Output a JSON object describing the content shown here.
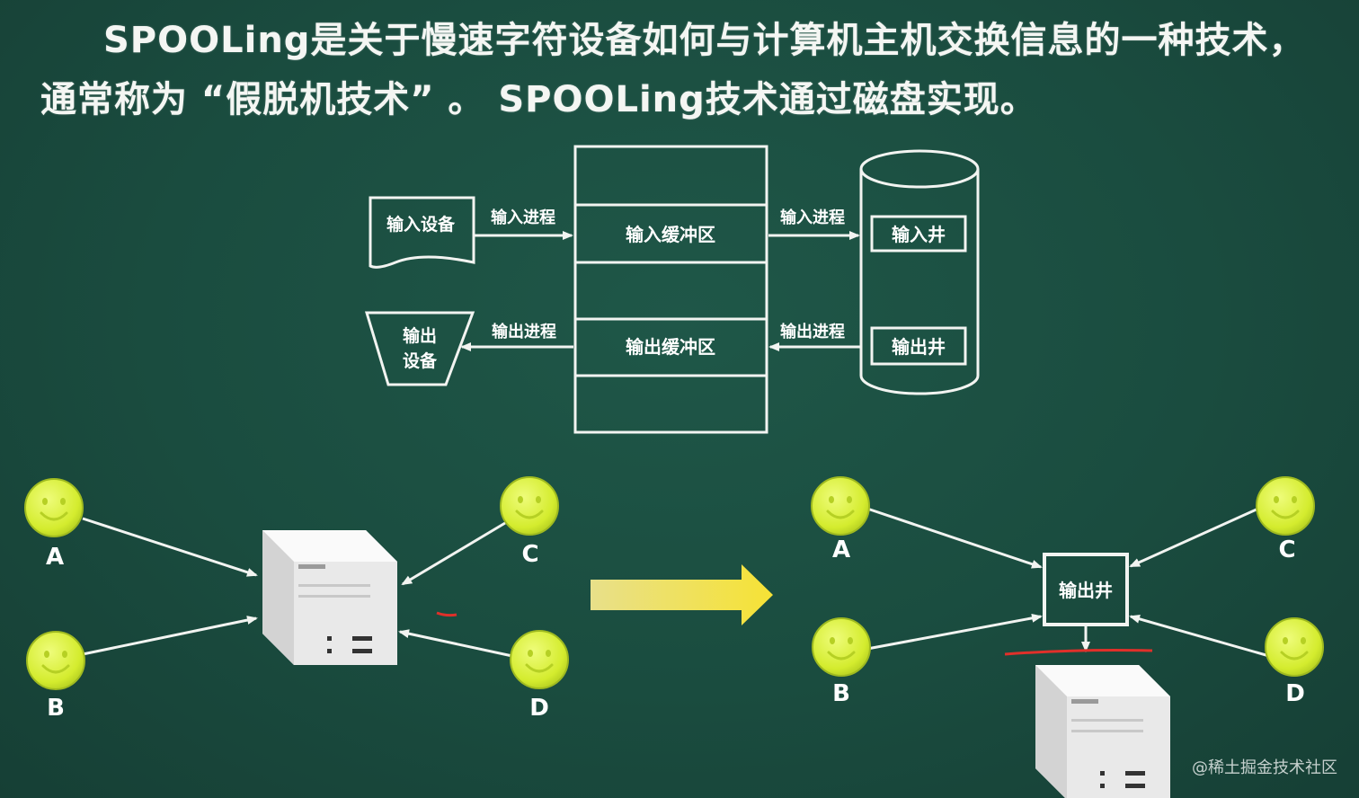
{
  "title": {
    "line1": "SPOOLing是关于慢速字符设备如何与计算机主机交换信息的一种技术，",
    "line2": "通常称为 “假脱机技术” 。 SPOOLing技术通过磁盘实现。"
  },
  "diagram": {
    "input_device": "输入设备",
    "output_device_line1": "输出",
    "output_device_line2": "设备",
    "input_process_left": "输入进程",
    "output_process_left": "输出进程",
    "input_buffer": "输入缓冲区",
    "output_buffer": "输出缓冲区",
    "input_process_right": "输入进程",
    "output_process_right": "输出进程",
    "input_well": "输入井",
    "output_well": "输出井"
  },
  "before": {
    "users": [
      "A",
      "B",
      "C",
      "D"
    ]
  },
  "after": {
    "users": [
      "A",
      "B",
      "C",
      "D"
    ],
    "output_well": "输出井"
  },
  "watermark": "@稀土掘金技术社区",
  "colors": {
    "background": "#1a4c3f",
    "user_face": "#d6ee3a",
    "arrow_yellow": "#f2e25a",
    "red_mark": "#e0302a"
  }
}
